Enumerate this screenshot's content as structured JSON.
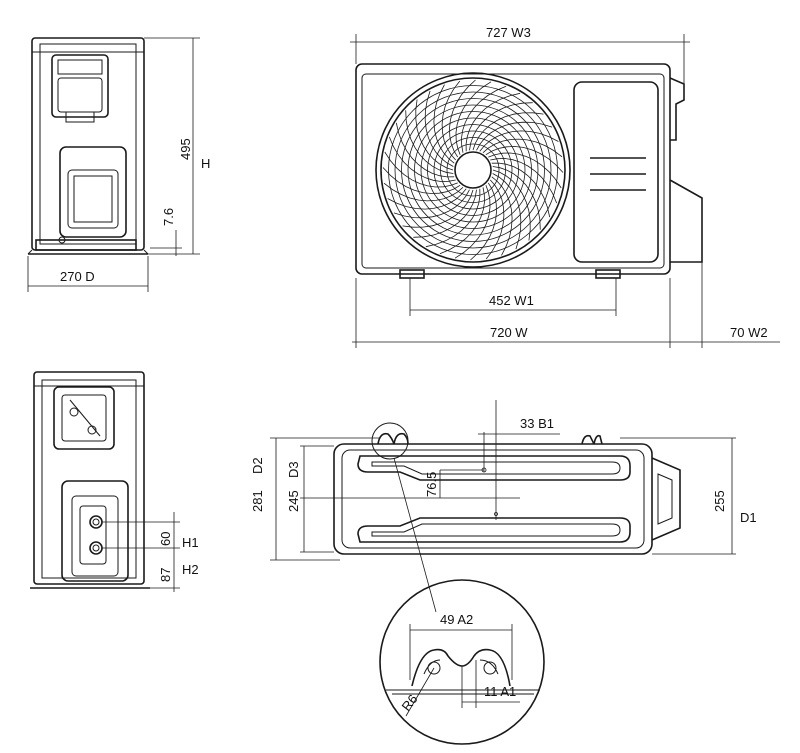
{
  "labels": {
    "side_view": {
      "d": "270  D",
      "h_value": "495",
      "h": "H",
      "foot": "7.6"
    },
    "front_view": {
      "w3": "727  W3",
      "w1": "452  W1",
      "w": "720  W",
      "w2": "70  W2"
    },
    "rear_view": {
      "h1_value": "60",
      "h1": "H1",
      "h2_value": "87",
      "h2": "H2"
    },
    "bottom_view": {
      "b1": "33  B1",
      "d2": "D2",
      "d2_value": "281",
      "d3": "D3",
      "d3_value": "245",
      "offset": "76.5",
      "d1_value": "255",
      "d1": "D1"
    },
    "detail": {
      "a2": "49  A2",
      "a1": "11  A1",
      "r6": "R6"
    }
  }
}
